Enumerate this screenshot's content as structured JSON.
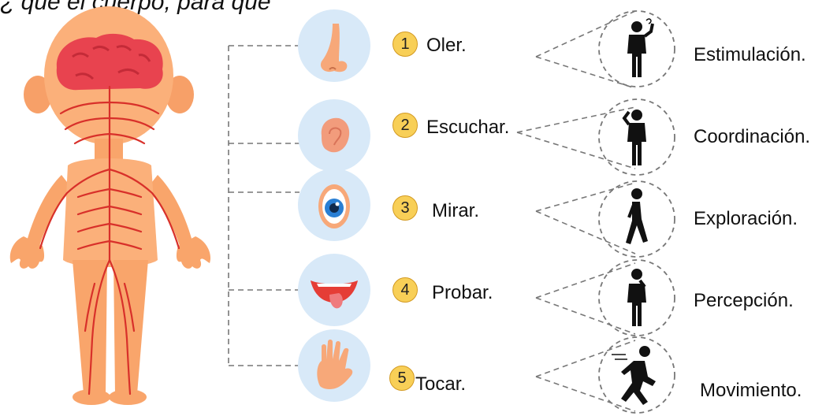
{
  "header": {
    "text": "¿ qué el cuerpo, para qué"
  },
  "items": [
    {
      "number": "1",
      "sense": "Oler.",
      "icon": "nose-icon",
      "person_icon": "person-thinking-icon",
      "result": "Estimulación."
    },
    {
      "number": "2",
      "sense": "Escuchar.",
      "icon": "ear-icon",
      "person_icon": "person-phone-icon",
      "result": "Coordinación."
    },
    {
      "number": "3",
      "sense": "Mirar.",
      "icon": "eye-icon",
      "person_icon": "person-walking-icon",
      "result": "Exploración."
    },
    {
      "number": "4",
      "sense": "Probar.",
      "icon": "mouth-icon",
      "person_icon": "person-eating-icon",
      "result": "Percepción."
    },
    {
      "number": "5",
      "sense": "Tocar.",
      "icon": "hand-icon",
      "person_icon": "person-running-icon",
      "result": "Movimiento."
    }
  ],
  "colors": {
    "skin": "#f9a56b",
    "nerve": "#d8302a",
    "brain": "#e8434f",
    "circle": "#d8e9f8",
    "badge": "#f8cf57"
  }
}
